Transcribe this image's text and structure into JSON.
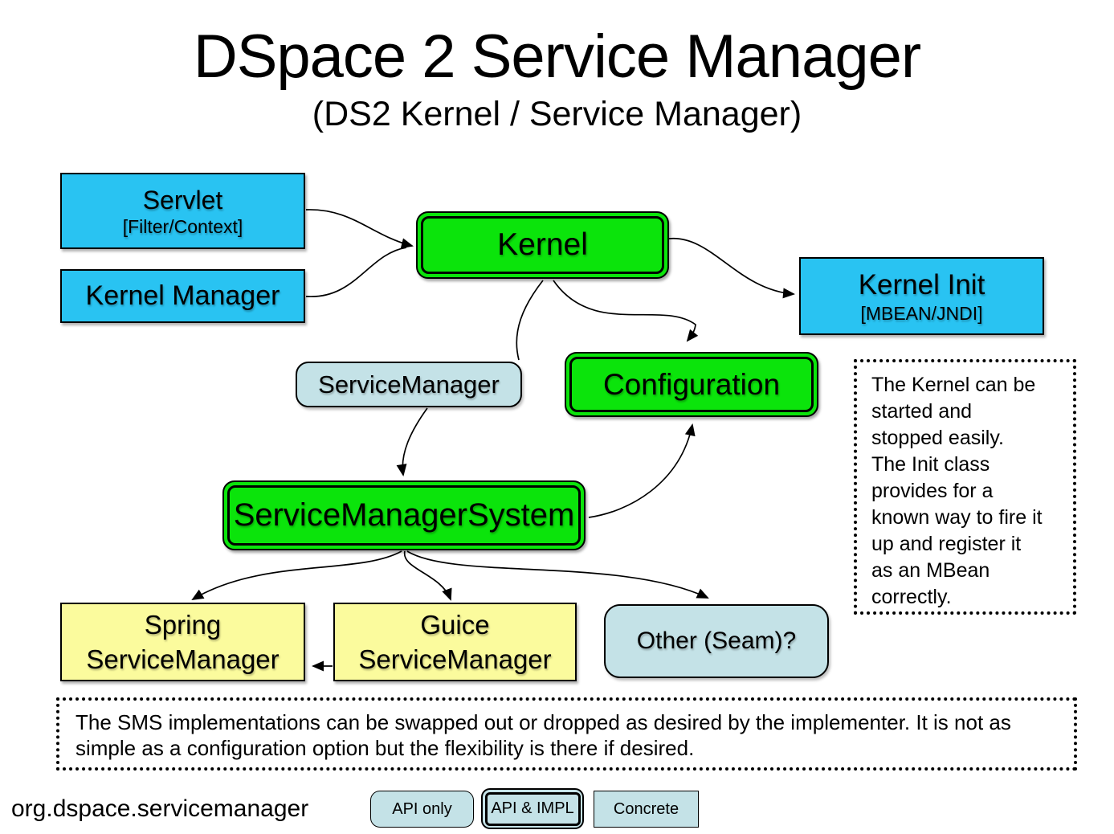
{
  "title": "DSpace 2 Service Manager",
  "subtitle": "(DS2 Kernel / Service Manager)",
  "colors": {
    "cyan": "#29c3f2",
    "green": "#0be40b",
    "yellow": "#fbfb9d",
    "bluegray": "#c4e2e7",
    "ink": "#000000"
  },
  "nodes": {
    "servlet": {
      "label": "Servlet",
      "sublabel": "[Filter/Context]",
      "kind": "Concrete"
    },
    "kernel_manager": {
      "label": "Kernel Manager",
      "kind": "Concrete"
    },
    "kernel": {
      "label": "Kernel",
      "kind": "API & IMPL"
    },
    "kernel_init": {
      "label": "Kernel Init",
      "sublabel": "[MBEAN/JNDI]",
      "kind": "Concrete"
    },
    "service_manager": {
      "label": "ServiceManager",
      "kind": "API only"
    },
    "configuration": {
      "label": "Configuration",
      "kind": "API & IMPL"
    },
    "service_manager_system": {
      "label": "ServiceManagerSystem",
      "kind": "API & IMPL"
    },
    "spring_service_manager": {
      "label": "Spring\nServiceManager",
      "kind": "Concrete"
    },
    "guice_service_manager": {
      "label": "Guice\nServiceManager",
      "kind": "Concrete"
    },
    "other_seam": {
      "label": "Other (Seam)?",
      "kind": "API only"
    }
  },
  "edges": [
    {
      "from": "Servlet",
      "to": "Kernel",
      "arrow": true
    },
    {
      "from": "Kernel Manager",
      "to": "Kernel",
      "arrow": true
    },
    {
      "from": "Kernel",
      "to": "Kernel Init",
      "arrow": true
    },
    {
      "from": "Kernel",
      "to": "ServiceManager",
      "arrow": false
    },
    {
      "from": "Kernel",
      "to": "Configuration",
      "arrow": true
    },
    {
      "from": "ServiceManager",
      "to": "ServiceManagerSystem",
      "arrow": true
    },
    {
      "from": "ServiceManagerSystem",
      "to": "Configuration",
      "arrow": true
    },
    {
      "from": "ServiceManagerSystem",
      "to": "Spring ServiceManager",
      "arrow": true
    },
    {
      "from": "ServiceManagerSystem",
      "to": "Guice ServiceManager",
      "arrow": true
    },
    {
      "from": "ServiceManagerSystem",
      "to": "Other (Seam)?",
      "arrow": true
    },
    {
      "from": "Guice ServiceManager",
      "to": "Spring ServiceManager",
      "arrow": true
    }
  ],
  "notes": {
    "kernel_note": "The Kernel can be\nstarted and\nstopped easily.\nThe Init class\nprovides for a\nknown way to fire it\nup and register it\nas an MBean\ncorrectly.",
    "sms_note": "The SMS implementations can be swapped out or dropped as desired by the implementer. It is not as\nsimple as a configuration option but the flexibility is there if desired."
  },
  "footer": {
    "package": "org.dspace.servicemanager",
    "legend": [
      {
        "label": "API only"
      },
      {
        "label": "API & IMPL"
      },
      {
        "label": "Concrete"
      }
    ]
  }
}
